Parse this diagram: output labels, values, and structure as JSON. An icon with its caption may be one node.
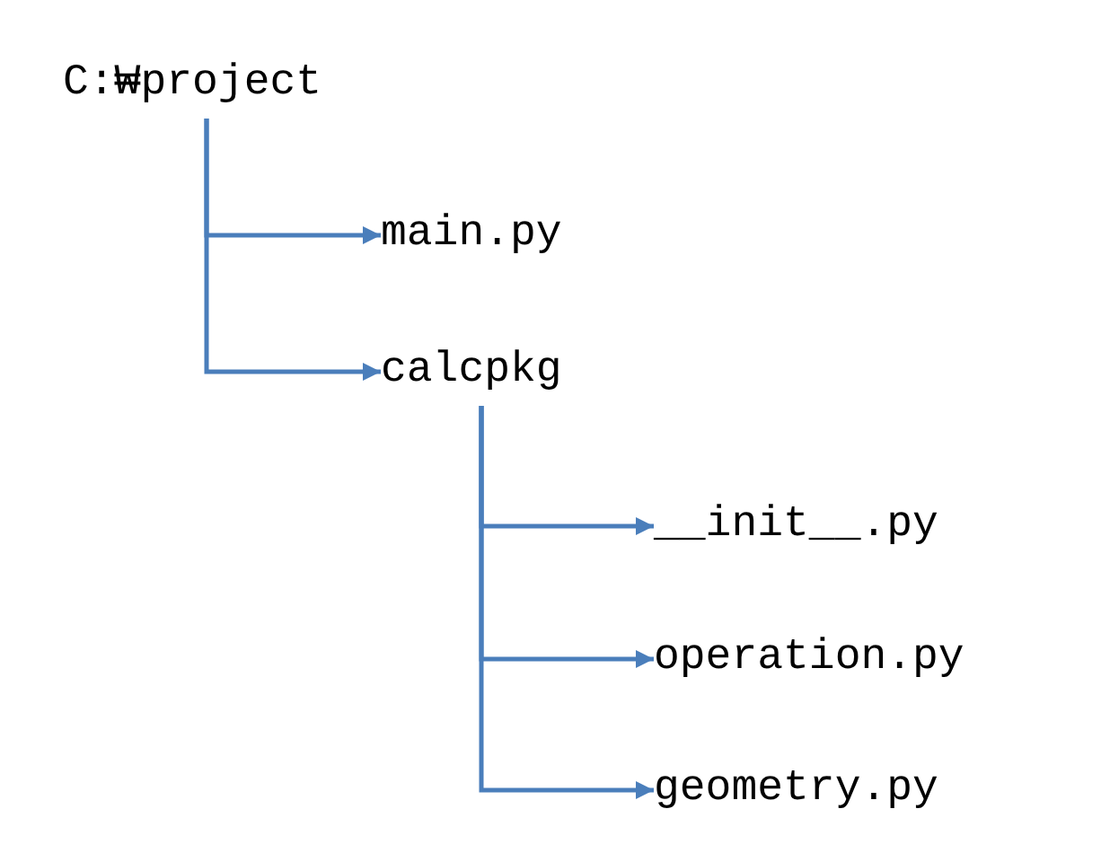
{
  "diagram": {
    "nodes": [
      {
        "text": [
          "C:₩project"
        ]
      },
      {
        "text": [
          "main.py"
        ]
      },
      {
        "text": [
          "calcpkg"
        ]
      },
      {
        "text": [
          "__init__.py"
        ]
      },
      {
        "text": [
          "operation.py"
        ]
      },
      {
        "text": [
          "geometry.py"
        ]
      }
    ],
    "edges": [
      {
        "from": 0,
        "to": 1,
        "arrow": "to"
      },
      {
        "from": 0,
        "to": 2,
        "arrow": "to"
      },
      {
        "from": 2,
        "to": 3,
        "arrow": "to"
      },
      {
        "from": 2,
        "to": 4,
        "arrow": "to"
      },
      {
        "from": 2,
        "to": 5,
        "arrow": "to"
      }
    ]
  }
}
